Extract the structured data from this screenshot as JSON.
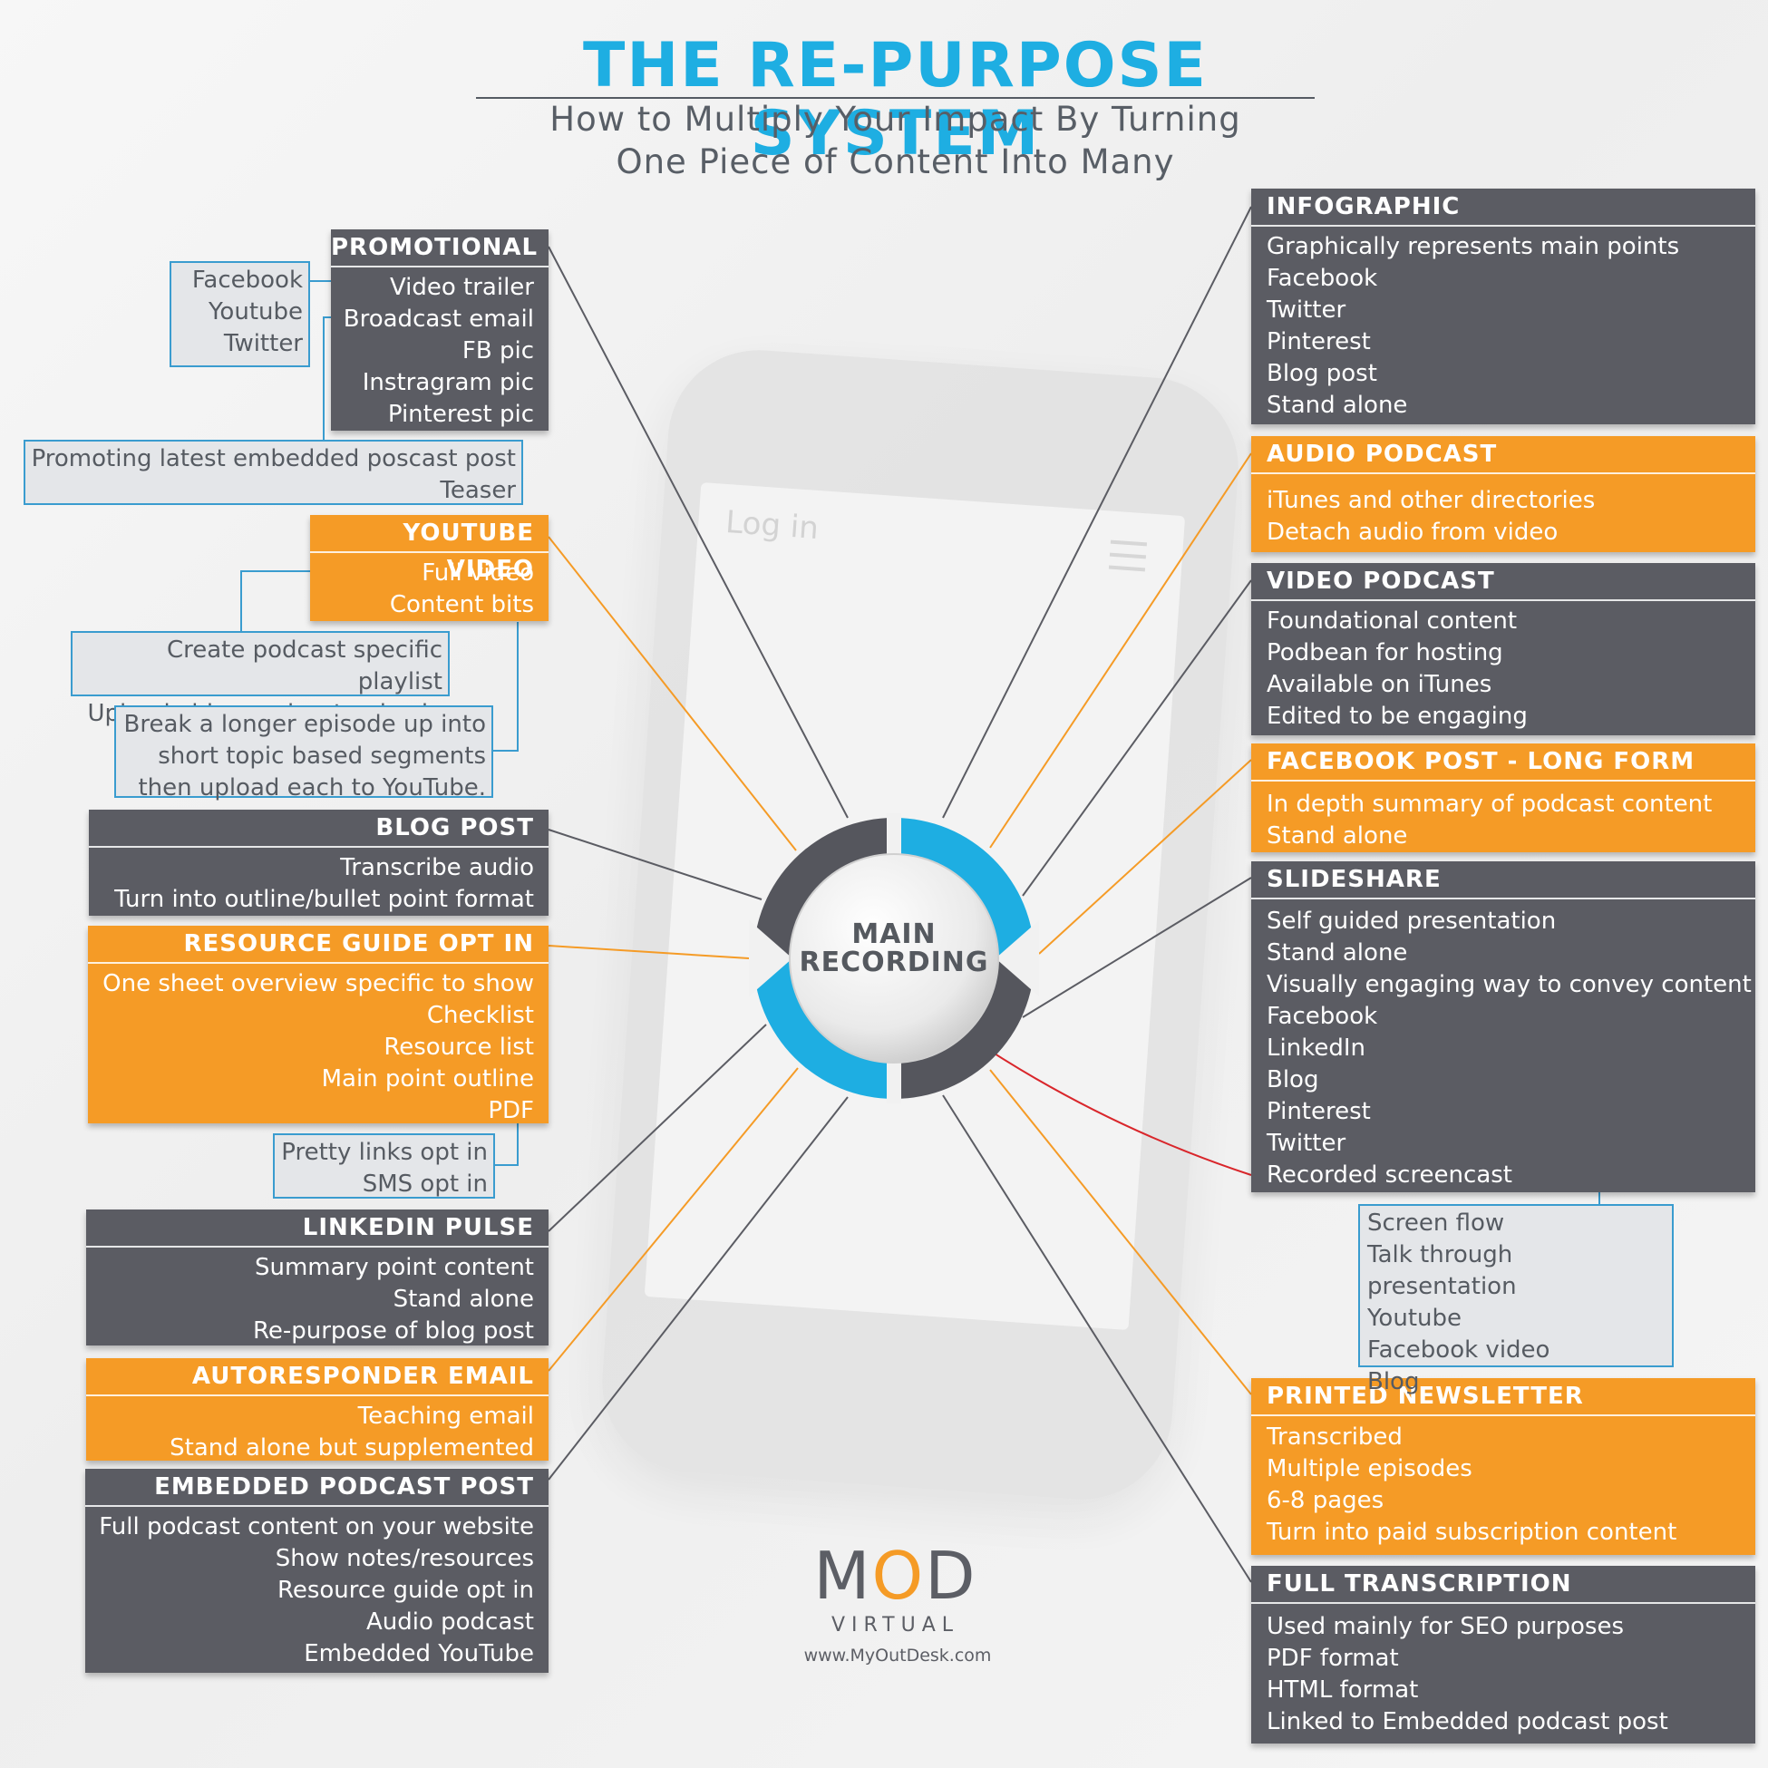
{
  "title": "THE RE-PURPOSE SYSTEM",
  "subtitle": [
    "How to Multiply Your Impact By Turning",
    "One Piece of Content Into Many"
  ],
  "center": [
    "MAIN",
    "RECORDING"
  ],
  "phone_text": "Log in",
  "left_boxes": [
    {
      "id": "promotional",
      "color": "dark",
      "heading": "PROMOTIONAL",
      "items": [
        "Video trailer",
        "Broadcast email",
        "FB pic",
        "Instragram pic",
        "Pinterest pic"
      ]
    },
    {
      "id": "youtube-video",
      "color": "orange",
      "heading": "YOUTUBE VIDEO",
      "items": [
        "Full video",
        "Content bits"
      ]
    },
    {
      "id": "blog-post",
      "color": "dark",
      "heading": "BLOG POST",
      "items": [
        "Transcribe audio",
        "Turn into outline/bullet point format"
      ]
    },
    {
      "id": "resource-guide",
      "color": "orange",
      "heading": "RESOURCE GUIDE OPT IN",
      "items": [
        "One sheet overview specific to show",
        "Checklist",
        "Resource list",
        "Main point outline",
        "PDF"
      ]
    },
    {
      "id": "linkedin-pulse",
      "color": "dark",
      "heading": "LINKEDIN PULSE",
      "items": [
        "Summary point content",
        "Stand alone",
        "Re-purpose of blog post"
      ]
    },
    {
      "id": "autoresponder-email",
      "color": "orange",
      "heading": "AUTORESPONDER EMAIL",
      "items": [
        "Teaching email",
        "Stand alone but supplemented"
      ]
    },
    {
      "id": "embedded-podcast-post",
      "color": "dark",
      "heading": "EMBEDDED PODCAST POST",
      "items": [
        "Full podcast content on your website",
        "Show notes/resources",
        "Resource guide opt in",
        "Audio podcast",
        "Embedded YouTube"
      ]
    }
  ],
  "right_boxes": [
    {
      "id": "infographic",
      "color": "dark",
      "heading": "INFOGRAPHIC",
      "items": [
        "Graphically represents main points",
        "Facebook",
        "Twitter",
        "Pinterest",
        "Blog post",
        "Stand alone"
      ]
    },
    {
      "id": "audio-podcast",
      "color": "orange",
      "heading": "AUDIO PODCAST",
      "items": [
        "iTunes and other directories",
        "Detach audio from video"
      ]
    },
    {
      "id": "video-podcast",
      "color": "dark",
      "heading": "VIDEO PODCAST",
      "items": [
        "Foundational content",
        "Podbean for hosting",
        "Available on iTunes",
        "Edited to be engaging"
      ]
    },
    {
      "id": "facebook-post",
      "color": "orange",
      "heading": "FACEBOOK POST - LONG FORM",
      "items": [
        "In depth summary of podcast content",
        "Stand alone"
      ]
    },
    {
      "id": "slideshare",
      "color": "dark",
      "heading": "SLIDESHARE",
      "items": [
        "Self guided presentation",
        "Stand alone",
        "Visually engaging way to convey content",
        "Facebook",
        "LinkedIn",
        "Blog",
        "Pinterest",
        "Twitter",
        "Recorded screencast"
      ]
    },
    {
      "id": "printed-newsletter",
      "color": "orange",
      "heading": "PRINTED NEWSLETTER",
      "items": [
        "Transcribed",
        "Multiple episodes",
        "6-8 pages",
        "Turn into paid subscription content"
      ]
    },
    {
      "id": "full-transcription",
      "color": "dark",
      "heading": "FULL TRANSCRIPTION",
      "items": [
        "Used mainly for SEO purposes",
        "PDF format",
        "HTML format",
        "Linked to Embedded podcast post"
      ]
    }
  ],
  "notes": [
    {
      "id": "promo-platforms",
      "items": [
        "Facebook",
        "Youtube",
        "Twitter"
      ]
    },
    {
      "id": "promo-teaser",
      "items": [
        "Promoting latest embedded poscast post",
        "Teaser"
      ]
    },
    {
      "id": "youtube-playlist",
      "items": [
        "Create podcast specific playlist",
        "Upload video podcast episode"
      ]
    },
    {
      "id": "youtube-segments",
      "items": [
        "Break a longer episode up into",
        "short topic based segments",
        "then upload each to YouTube."
      ]
    },
    {
      "id": "optin-links",
      "items": [
        "Pretty links opt in",
        "SMS opt in"
      ]
    },
    {
      "id": "screencast-notes",
      "items": [
        "Screen flow",
        "Talk through presentation",
        "Youtube",
        "Facebook video",
        "Blog"
      ]
    }
  ],
  "logo": {
    "mark_left": "M",
    "mark_o": "O",
    "mark_right": "D",
    "sub": "VIRTUAL",
    "url": "www.MyOutDesk.com"
  },
  "colors": {
    "dark": "#5b5c63",
    "orange": "#f59b26",
    "blue": "#1eaee2",
    "note_border": "#3a9ccf"
  }
}
